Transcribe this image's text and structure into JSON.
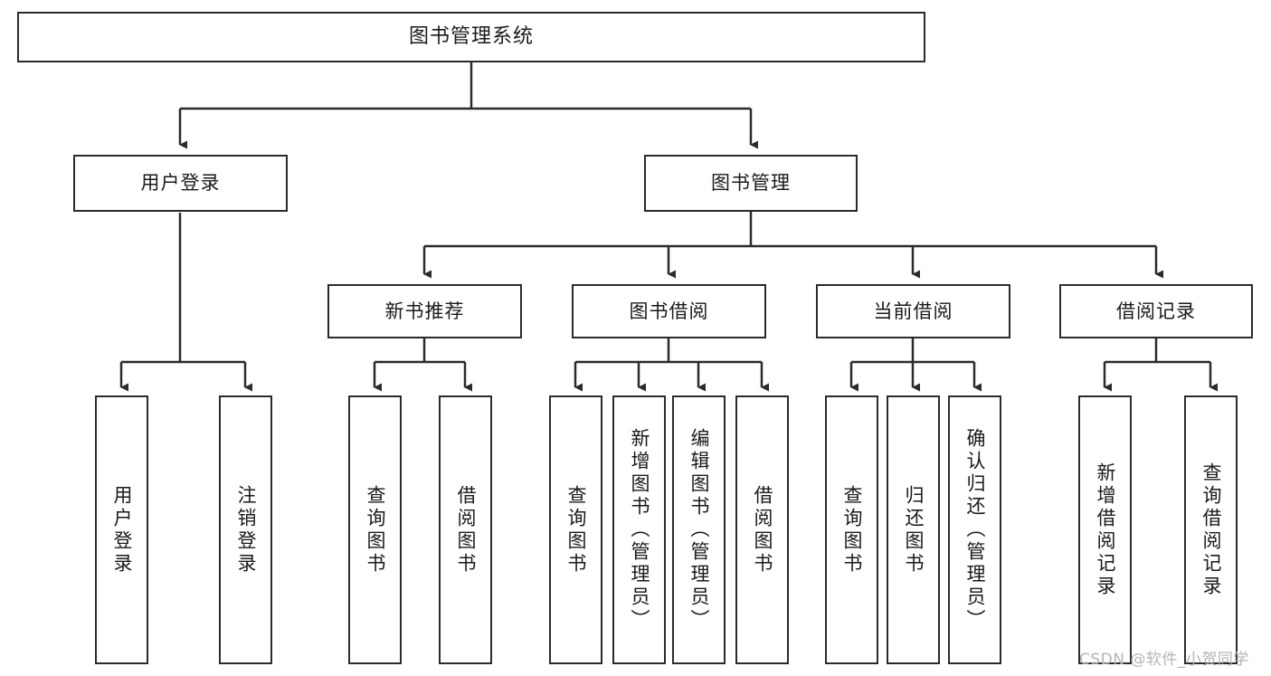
{
  "diagram": {
    "title_node": {
      "label": "图书管理系统"
    },
    "level2": [
      {
        "id": "user-login",
        "label": "用户登录"
      },
      {
        "id": "book-management",
        "label": "图书管理"
      }
    ],
    "level3": [
      {
        "id": "new-book-recommend",
        "label": "新书推荐"
      },
      {
        "id": "book-borrow",
        "label": "图书借阅"
      },
      {
        "id": "current-borrow",
        "label": "当前借阅"
      },
      {
        "id": "borrow-record",
        "label": "借阅记录"
      }
    ],
    "leaves": {
      "user_login": [
        {
          "id": "leaf-user-login",
          "label": "用户登录"
        },
        {
          "id": "leaf-logout",
          "label": "注销登录"
        }
      ],
      "new_book_recommend": [
        {
          "id": "leaf-query-book-1",
          "label": "查询图书"
        },
        {
          "id": "leaf-borrow-book-1",
          "label": "借阅图书"
        }
      ],
      "book_borrow": [
        {
          "id": "leaf-query-book-2",
          "label": "查询图书"
        },
        {
          "id": "leaf-add-book",
          "label": "新增图书（管理员）"
        },
        {
          "id": "leaf-edit-book",
          "label": "编辑图书（管理员）"
        },
        {
          "id": "leaf-borrow-book-2",
          "label": "借阅图书"
        }
      ],
      "current_borrow": [
        {
          "id": "leaf-query-book-3",
          "label": "查询图书"
        },
        {
          "id": "leaf-return-book",
          "label": "归还图书"
        },
        {
          "id": "leaf-confirm-return",
          "label": "确认归还（管理员）"
        }
      ],
      "borrow_record": [
        {
          "id": "leaf-add-record",
          "label": "新增借阅记录"
        },
        {
          "id": "leaf-query-record",
          "label": "查询借阅记录"
        }
      ]
    }
  },
  "watermark": {
    "text": "CSDN @软件_小贺同学"
  },
  "colors": {
    "border": "#2b2b2b",
    "background": "#ffffff",
    "text": "#1a1a1a",
    "watermark": "#b4b4b4"
  }
}
